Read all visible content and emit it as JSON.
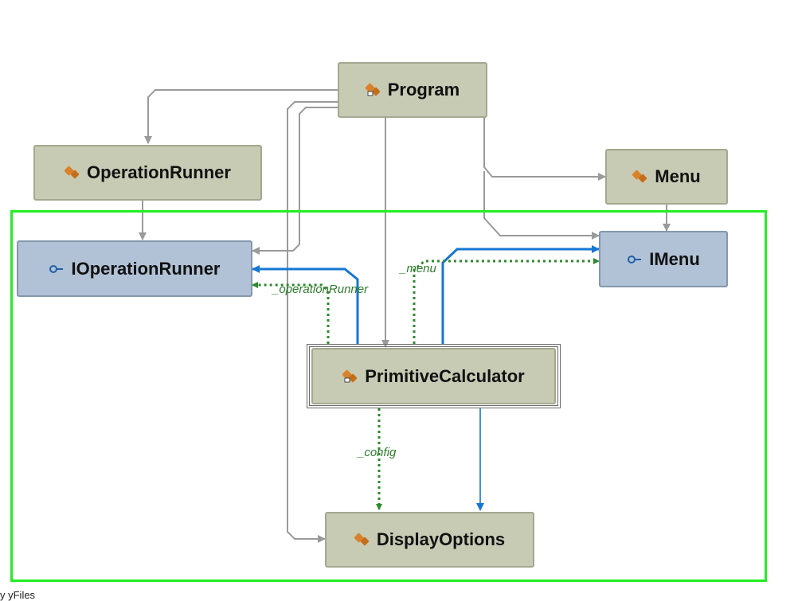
{
  "colors": {
    "group_border": "#22ee22",
    "class_fill": "#c8cbb4",
    "interface_fill": "#b1c2d6",
    "dependency_edge": "#9a9a9a",
    "association_edge": "#1677d2",
    "field_edge": "#2d8a2d"
  },
  "nodes": {
    "program": {
      "label": "Program",
      "icon": "class-icon"
    },
    "operation_runner": {
      "label": "OperationRunner",
      "icon": "class-icon"
    },
    "menu": {
      "label": "Menu",
      "icon": "class-icon"
    },
    "ioperation_runner": {
      "label": "IOperationRunner",
      "icon": "interface-icon"
    },
    "imenu": {
      "label": "IMenu",
      "icon": "interface-icon"
    },
    "primitive_calculator": {
      "label": "PrimitiveCalculator",
      "icon": "class-icon"
    },
    "display_options": {
      "label": "DisplayOptions",
      "icon": "class-icon"
    }
  },
  "edge_labels": {
    "operation_runner_field": "_operationRunner",
    "menu_field": "_menu",
    "config_field": "_config"
  },
  "footer": {
    "text": "y yFiles"
  }
}
